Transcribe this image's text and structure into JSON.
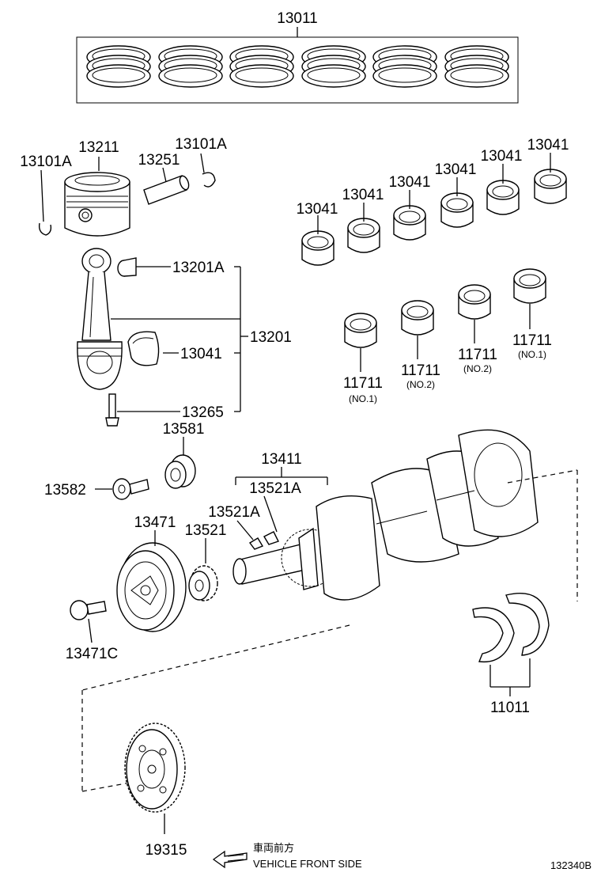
{
  "labels": {
    "p13011": "13011",
    "p13211": "13211",
    "p13101A_left": "13101A",
    "p13101A_right": "13101A",
    "p13251": "13251",
    "p13201A": "13201A",
    "p13201": "13201",
    "p13041_rod": "13041",
    "p13265": "13265",
    "p13041_1": "13041",
    "p13041_2": "13041",
    "p13041_3": "13041",
    "p13041_4": "13041",
    "p13041_5": "13041",
    "p13041_6": "13041",
    "p11711_a": "11711",
    "p11711_b": "11711",
    "p11711_c": "11711",
    "p11711_d": "11711",
    "p13581": "13581",
    "p13582": "13582",
    "p13411": "13411",
    "p13521A_a": "13521A",
    "p13521A_b": "13521A",
    "p13471": "13471",
    "p13521": "13521",
    "p13471C": "13471C",
    "p11011": "11011",
    "p19315": "19315"
  },
  "sublabels": {
    "no1_a": "(NO.1)",
    "no2_a": "(NO.2)",
    "no2_b": "(NO.2)",
    "no1_b": "(NO.1)"
  },
  "footer": {
    "direction_jp": "車両前方",
    "direction_en": "VEHICLE FRONT SIDE",
    "figure_code": "132340B"
  }
}
